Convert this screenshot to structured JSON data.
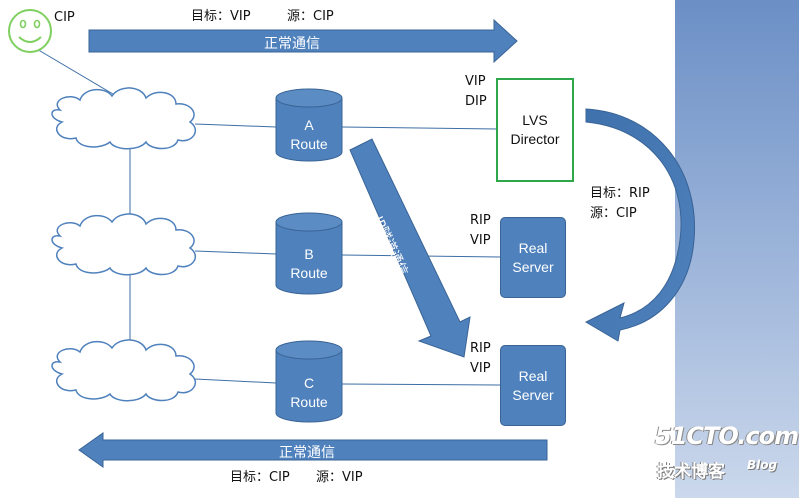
{
  "client": {
    "label": "CIP"
  },
  "top_flow": {
    "target_label": "目标：VIP",
    "source_label": "源：CIP",
    "arrow_label": "正常通信"
  },
  "bottom_flow": {
    "target_label": "目标：CIP",
    "source_label": "源：VIP",
    "arrow_label": "正常通信"
  },
  "routes": [
    {
      "letter": "A",
      "label": "Route"
    },
    {
      "letter": "B",
      "label": "Route"
    },
    {
      "letter": "C",
      "label": "Route"
    }
  ],
  "director": {
    "line1": "LVS",
    "line2": "Director",
    "ip1": "VIP",
    "ip2": "DIP"
  },
  "real_servers": [
    {
      "line1": "Real",
      "line2": "Server",
      "ip1": "RIP",
      "ip2": "VIP"
    },
    {
      "line1": "Real",
      "line2": "Server",
      "ip1": "RIP",
      "ip2": "VIP"
    }
  ],
  "tunnel": {
    "label": "IP隧道通信"
  },
  "forward": {
    "target_label": "目标：RIP",
    "source_label": "源：CIP"
  },
  "watermark": {
    "site": "51CTO.com",
    "sub": "技术博客",
    "blog": "Blog"
  },
  "colors": {
    "box_blue": "#4f81bd",
    "box_border": "#3a6496",
    "director_border": "#2ca84a",
    "face": "#7fd060",
    "side_panel": "#6f93c9"
  }
}
